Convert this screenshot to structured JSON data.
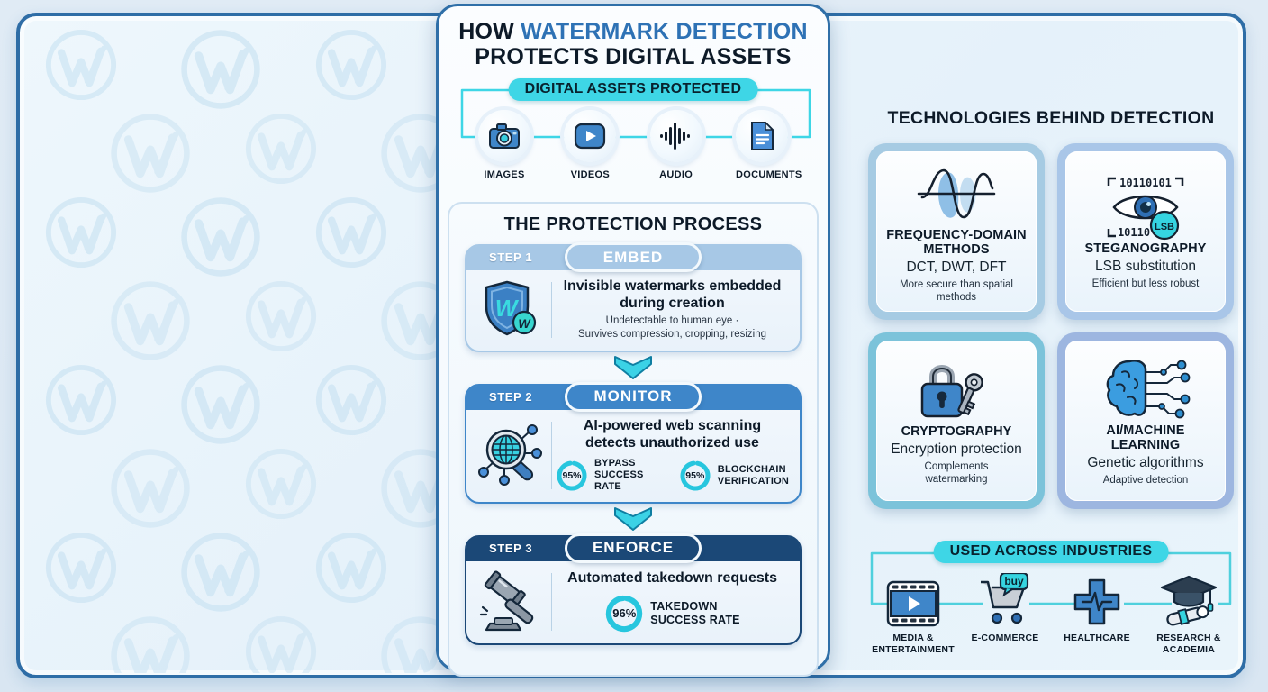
{
  "colors": {
    "cyan": "#3ed6e6",
    "donut": "#27c6de",
    "donut_track": "#d9eef5",
    "outer_border": "#2e6da6",
    "title_blue": "#2e72b5",
    "step1_accent": "#a7c8e6",
    "step2_accent": "#3e86c9",
    "step3_accent": "#1b4877",
    "card1_accent": "#a6cbe3",
    "card2_accent": "#a9c6e8",
    "card3_accent": "#7cc3da",
    "card4_accent": "#9db6e0"
  },
  "center": {
    "title": {
      "prefix": "HOW ",
      "highlight": "WATERMARK DETECTION",
      "line2": "PROTECTS DIGITAL ASSETS"
    },
    "assets": {
      "pill": "DIGITAL ASSETS PROTECTED",
      "items": [
        {
          "label": "IMAGES",
          "icon": "camera-icon"
        },
        {
          "label": "VIDEOS",
          "icon": "video-play-icon"
        },
        {
          "label": "AUDIO",
          "icon": "audio-waveform-icon"
        },
        {
          "label": "DOCUMENTS",
          "icon": "document-icon"
        }
      ]
    },
    "process": {
      "heading": "THE PROTECTION PROCESS",
      "steps": [
        {
          "step": "STEP 1",
          "action": "EMBED",
          "icon": "shield-watermark-icon",
          "watermark_letter": "W",
          "headline": "Invisible watermarks embedded during creation",
          "detail1": "Undetectable to human eye ·",
          "detail2": "Survives compression, cropping, resizing"
        },
        {
          "step": "STEP 2",
          "action": "MONITOR",
          "icon": "globe-scan-icon",
          "headline": "AI-powered web scanning detects unauthorized use",
          "stats": [
            {
              "value": "95%",
              "l1": "BYPASS",
              "l2": "SUCCESS RATE"
            },
            {
              "value": "95%",
              "l1": "BLOCKCHAIN",
              "l2": "VERIFICATION"
            }
          ]
        },
        {
          "step": "STEP 3",
          "action": "ENFORCE",
          "icon": "gavel-icon",
          "headline": "Automated takedown requests",
          "stats": [
            {
              "value": "96%",
              "l1": "TAKEDOWN",
              "l2": "SUCCESS RATE"
            }
          ]
        }
      ]
    }
  },
  "right": {
    "heading": "TECHNOLOGIES BEHIND DETECTION",
    "cards": [
      {
        "title": "FREQUENCY-DOMAIN METHODS",
        "subtitle": "DCT, DWT, DFT",
        "note": "More secure than spatial methods",
        "icon": "sine-wave-icon"
      },
      {
        "title": "STEGANOGRAPHY",
        "subtitle": "LSB substitution",
        "note": "Efficient but less robust",
        "icon": "eye-binary-icon",
        "binary_top": "10110101",
        "binary_bottom": "10110",
        "badge": "LSB"
      },
      {
        "title": "CRYPTOGRAPHY",
        "subtitle": "Encryption protection",
        "note": "Complements watermarking",
        "icon": "lock-key-icon"
      },
      {
        "title": "AI/MACHINE LEARNING",
        "subtitle": "Genetic algorithms",
        "note": "Adaptive detection",
        "icon": "brain-circuit-icon"
      }
    ],
    "industries": {
      "pill": "USED ACROSS INDUSTRIES",
      "items": [
        {
          "l1": "MEDIA &",
          "l2": "ENTERTAINMENT",
          "icon": "film-strip-icon"
        },
        {
          "l1": "E-COMMERCE",
          "l2": "",
          "icon": "shopping-cart-icon",
          "badge": "buy"
        },
        {
          "l1": "HEALTHCARE",
          "l2": "",
          "icon": "medical-cross-icon"
        },
        {
          "l1": "RESEARCH &",
          "l2": "ACADEMIA",
          "icon": "graduation-icon"
        }
      ]
    }
  }
}
